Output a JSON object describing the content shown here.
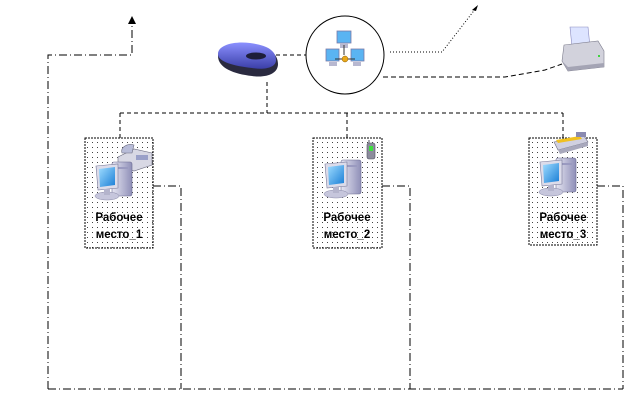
{
  "diagram": {
    "title": "",
    "workstations": [
      {
        "id": "ws1",
        "line1": "Рабочее",
        "line2": "место_1",
        "peripheral": "fax"
      },
      {
        "id": "ws2",
        "line1": "Рабочее",
        "line2": "место_2",
        "peripheral": "mobile-phone"
      },
      {
        "id": "ws3",
        "line1": "Рабочее",
        "line2": "место_3",
        "peripheral": "scanner"
      }
    ],
    "devices": [
      {
        "id": "modem",
        "icon": "modem-icon"
      },
      {
        "id": "network-hub",
        "icon": "network-icon"
      },
      {
        "id": "printer",
        "icon": "printer-icon"
      }
    ],
    "connections": [
      {
        "from": "modem",
        "to": "network-hub",
        "style": "dashed"
      },
      {
        "from": "network-hub",
        "to": "external",
        "style": "dotted-arrow"
      },
      {
        "from": "network-hub",
        "to": "printer",
        "style": "dashed"
      },
      {
        "from": "modem",
        "to": "ws1",
        "style": "dashed-bus"
      },
      {
        "from": "modem",
        "to": "ws2",
        "style": "dashed-bus"
      },
      {
        "from": "modem",
        "to": "ws3",
        "style": "dashed-bus"
      },
      {
        "from": "ws1",
        "to": "loop",
        "style": "dash-dot"
      },
      {
        "from": "ws2",
        "to": "loop",
        "style": "dash-dot"
      },
      {
        "from": "ws3",
        "to": "loop",
        "style": "dash-dot"
      },
      {
        "from": "loop",
        "to": "external",
        "style": "dash-dot-arrow"
      }
    ],
    "colors": {
      "line": "#000000",
      "monitor_screen": "#3aa8ef",
      "device_blue": "#6a6fe0",
      "case_gray": "#c8c8dc"
    }
  }
}
